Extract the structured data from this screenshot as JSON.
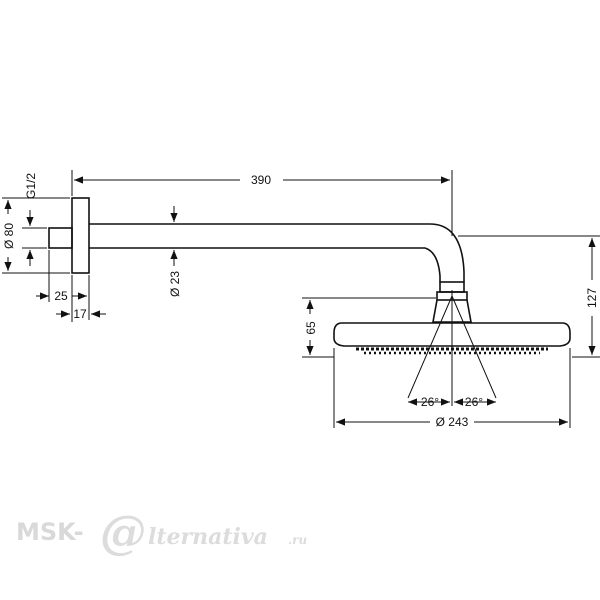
{
  "dimensions": {
    "arm_length": "390",
    "flange_diameter": "Ø 80",
    "thread": "G1/2",
    "wall_offset": "25",
    "flange_thickness": "17",
    "pipe_diameter": "Ø 23",
    "head_height": "65",
    "total_drop": "127",
    "spray_angle_left": "26°",
    "spray_angle_right": "26°",
    "head_diameter": "Ø 243"
  },
  "watermark": {
    "prefix": "MSK-",
    "symbol": "@",
    "suffix": "lternativa",
    "domain": ".ru"
  },
  "colors": {
    "line": "#111111",
    "watermark": "#d9d9d9"
  }
}
